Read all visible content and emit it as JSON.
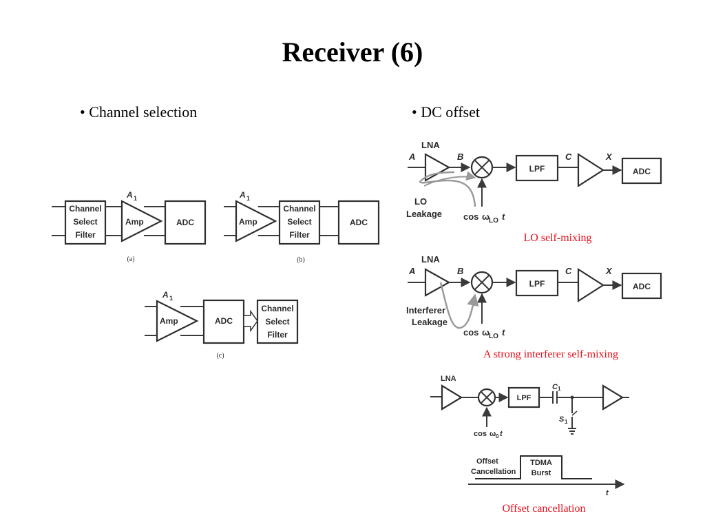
{
  "slide": {
    "title": "Receiver (6)"
  },
  "left": {
    "bullet": "• Channel selection",
    "blocks": {
      "channel_select_filter": [
        "Channel",
        "Select",
        "Filter"
      ],
      "amp": "Amp",
      "adc": "ADC",
      "gain": "A",
      "gain_sub": "1"
    },
    "subcaptions": [
      "(a)",
      "(b)",
      "(c)"
    ]
  },
  "right": {
    "bullet": "• DC offset",
    "lo_self_mixing": {
      "caption": "LO self-mixing",
      "labels": {
        "lna": "LNA",
        "a": "A",
        "b": "B",
        "c": "C",
        "x": "X",
        "lpf": "LPF",
        "adc": "ADC",
        "leak1": "LO",
        "leak2": "Leakage",
        "cos": "cos",
        "omega": "ω",
        "lo_sub": "LO",
        "t": "t"
      }
    },
    "interferer_self_mixing": {
      "caption": "A strong interferer self-mixing",
      "labels": {
        "lna": "LNA",
        "a": "A",
        "b": "B",
        "c": "C",
        "x": "X",
        "lpf": "LPF",
        "adc": "ADC",
        "leak1": "Interferer",
        "leak2": "Leakage",
        "cos": "cos",
        "omega": "ω",
        "lo_sub": "LO",
        "t": "t"
      }
    },
    "offset_cancellation": {
      "caption": "Offset cancellation",
      "labels": {
        "lna": "LNA",
        "lpf": "LPF",
        "c1": "C",
        "c1_sub": "1",
        "s1": "S",
        "s1_sub": "1",
        "cos": "cos",
        "omega": "ω",
        "zero_sub": "0",
        "t": "t",
        "offset1": "Offset",
        "offset2": "Cancellation",
        "tdma1": "TDMA",
        "tdma2": "Burst",
        "axis_t": "t"
      }
    }
  }
}
